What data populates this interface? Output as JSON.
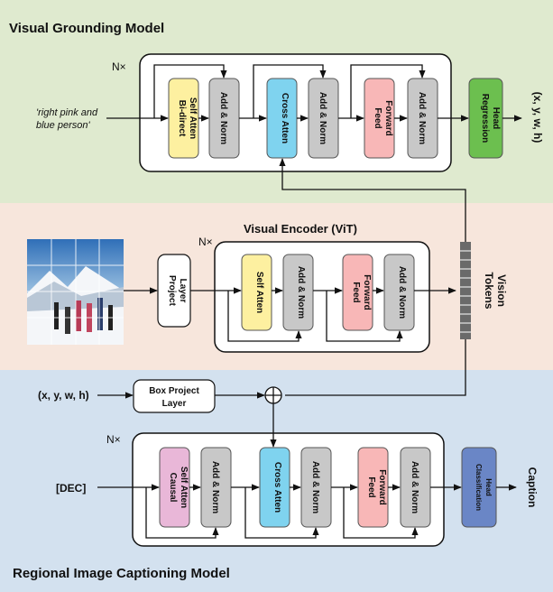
{
  "sections": {
    "grounding_title": "Visual Grounding Model",
    "captioning_title": "Regional Image Captioning Model",
    "encoder_title": "Visual Encoder (ViT)"
  },
  "repeat_label": "N×",
  "grounding": {
    "input_text_line1": "'right pink and",
    "input_text_line2": "blue person'",
    "blocks": {
      "bidirect_line1": "Bi-direct",
      "bidirect_line2": "Self Atten",
      "add_norm": "Add & Norm",
      "cross_atten": "Cross Atten",
      "feed_line1": "Feed",
      "feed_line2": "Forward",
      "regression_line1": "Regression",
      "regression_line2": "Head"
    },
    "output": "(x, y, w, h)"
  },
  "encoder": {
    "project_line1": "Project",
    "project_line2": "Layer",
    "self_atten": "Self Atten",
    "add_norm": "Add & Norm",
    "feed_line1": "Feed",
    "feed_line2": "Forward",
    "vision_tokens_line1": "Vision",
    "vision_tokens_line2": "Tokens"
  },
  "captioning": {
    "box_input": "(x, y, w, h)",
    "box_project_line1": "Box Project",
    "box_project_line2": "Layer",
    "dec_input": "[DEC]",
    "causal_line1": "Causal",
    "causal_line2": "Self Atten",
    "add_norm": "Add & Norm",
    "cross_atten": "Cross Atten",
    "feed_line1": "Feed",
    "feed_line2": "Forward",
    "classification_line1": "Classification",
    "classification_line2": "Head",
    "output": "Caption"
  },
  "colors": {
    "grounding_bg": "#dfeacf",
    "encoder_bg": "#f7e6dc",
    "captioning_bg": "#d3e1ef",
    "selfatten_yellow": "#fdf0a0",
    "addnorm_gray": "#c8c8c8",
    "cross_blue": "#7fd3ef",
    "feed_pink": "#f8b7b7",
    "head_green": "#6cbf4f",
    "causal_pink": "#e9b7d8",
    "cls_blue": "#6a86c6"
  }
}
